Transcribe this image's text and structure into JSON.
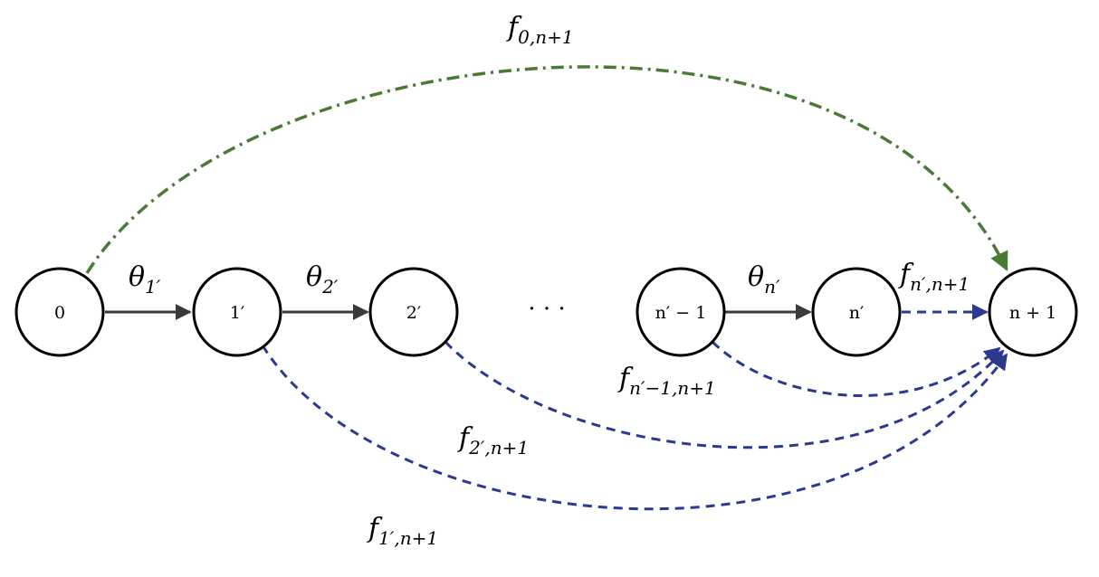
{
  "colors": {
    "solid_edge": "#3a3a3a",
    "dashed_edge": "#2b3990",
    "dashdot_edge": "#4a7a36"
  },
  "nodes": {
    "n0": "0",
    "n1": "1′",
    "n2": "2′",
    "nm1": "n′ − 1",
    "np": "n′",
    "nend": "n + 1"
  },
  "ellipsis": "· · ·",
  "labels": {
    "theta1": {
      "main": "θ",
      "sub": "1′"
    },
    "theta2": {
      "main": "θ",
      "sub": "2′"
    },
    "thetan": {
      "main": "θ",
      "sub": "n′"
    },
    "f0": {
      "main": "f",
      "sub": "0,n+1"
    },
    "f1": {
      "main": "f",
      "sub": "1′,n+1"
    },
    "f2": {
      "main": "f",
      "sub": "2′,n+1"
    },
    "fnm1": {
      "main": "f",
      "sub": "n′−1,n+1"
    },
    "fn": {
      "main": "f",
      "sub": "n′,n+1"
    }
  }
}
